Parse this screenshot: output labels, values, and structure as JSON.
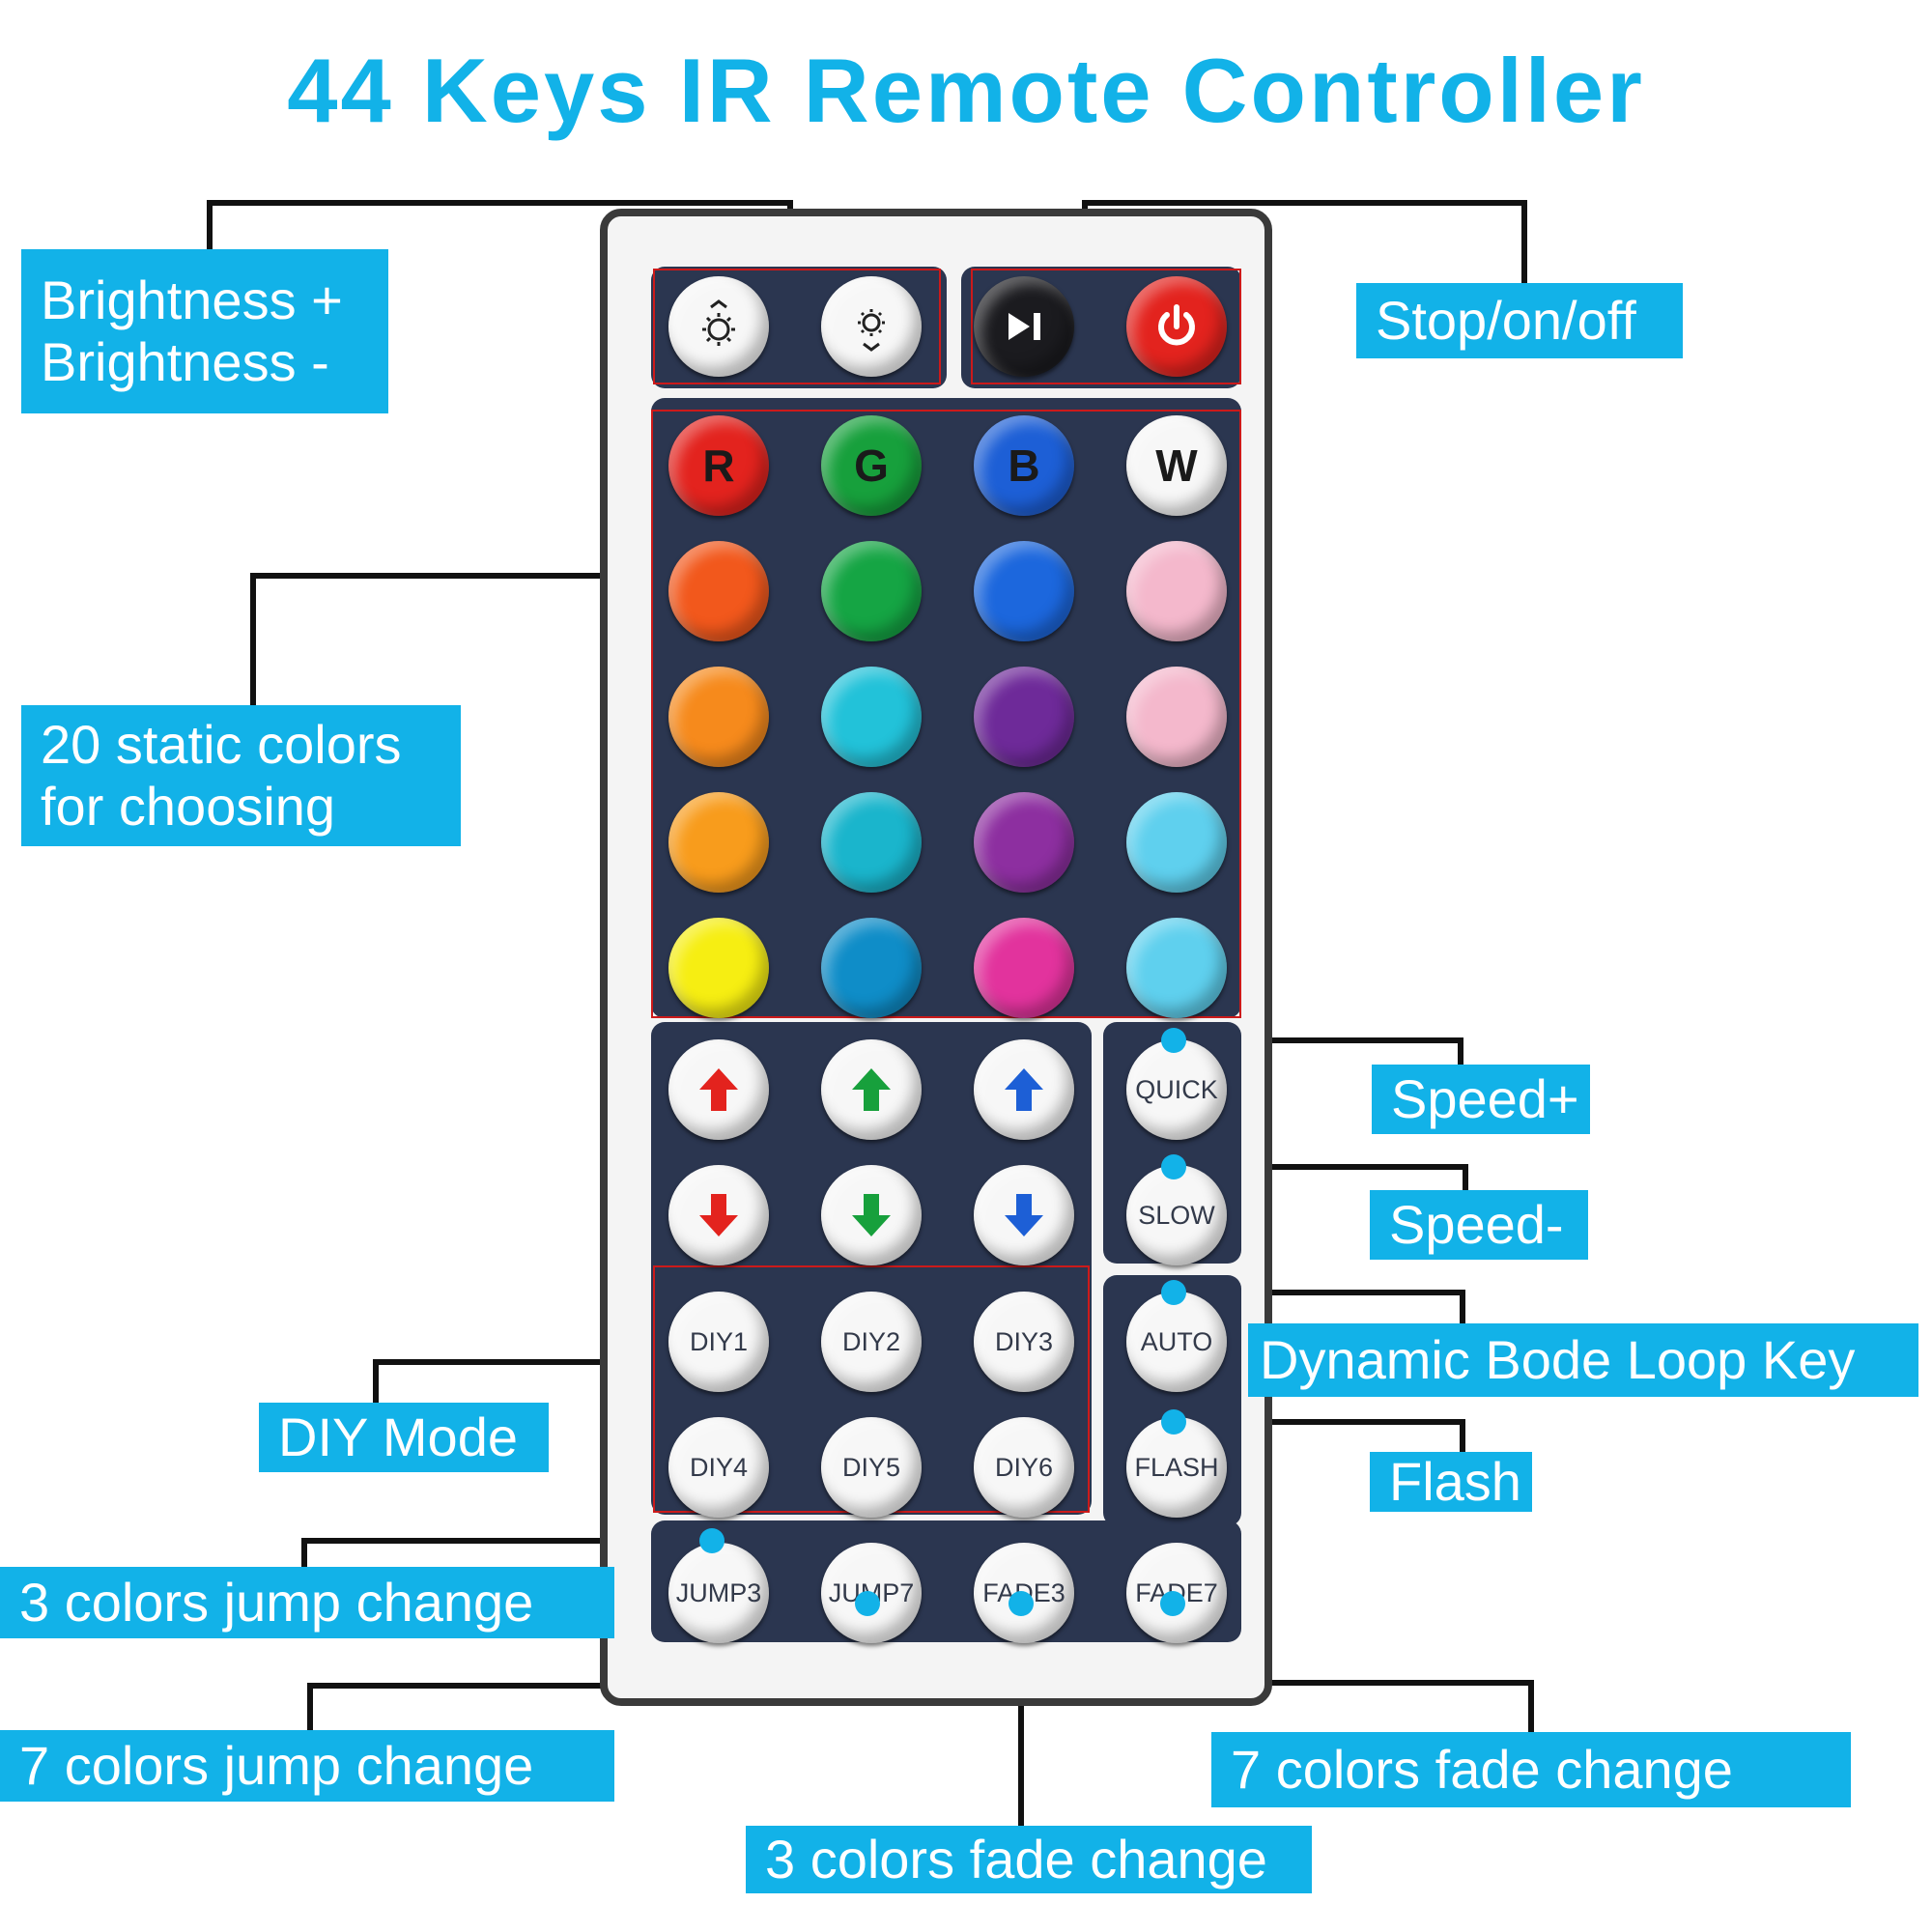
{
  "title": "44 Keys IR Remote Controller",
  "labels": {
    "brightness_plus": "Brightness +",
    "brightness_minus": "Brightness -",
    "stop_on_off": "Stop/on/off",
    "static_colors_line1": "20 static colors",
    "static_colors_line2": "for choosing",
    "speed_plus": "Speed+",
    "speed_minus": "Speed-",
    "dynamic_mode": "Dynamic Bode Loop Key",
    "flash": "Flash",
    "diy_mode": "DIY Mode",
    "jump3": "3 colors jump change",
    "jump7": "7 colors jump change",
    "fade3": "3 colors fade change",
    "fade7": "7 colors fade change"
  },
  "keys": {
    "brightness_up": "brightness-up",
    "brightness_down": "brightness-down",
    "play_pause": "play-pause",
    "power": "power",
    "color_letters": [
      "R",
      "G",
      "B",
      "W"
    ],
    "color_rows": [
      [
        "#e3231e",
        "#17a03c",
        "#1d5fd6",
        "#f7f7f7"
      ],
      [
        "#f2581c",
        "#15a544",
        "#1c67dd",
        "#f4b8cc"
      ],
      [
        "#f68a1c",
        "#22c2d9",
        "#6e2a99",
        "#f4b8cc"
      ],
      [
        "#f89c1c",
        "#1ab5cc",
        "#8d2fa0",
        "#5fd0ee"
      ],
      [
        "#f6ee12",
        "#0f8dc8",
        "#e2339d",
        "#5fd0ee"
      ]
    ],
    "arrow_colors": [
      "#e3231e",
      "#17a03c",
      "#1d5fd6"
    ],
    "diy": [
      "DIY1",
      "DIY2",
      "DIY3",
      "DIY4",
      "DIY5",
      "DIY6"
    ],
    "quick": "QUICK",
    "slow": "SLOW",
    "auto": "AUTO",
    "flash": "FLASH",
    "jump3": "JUMP3",
    "jump7": "JUMP7",
    "fade3": "FADE3",
    "fade7": "FADE7"
  },
  "colors": {
    "accent": "#12b2e8",
    "panel": "#2b3650",
    "highlight": "#cc1a1a"
  }
}
